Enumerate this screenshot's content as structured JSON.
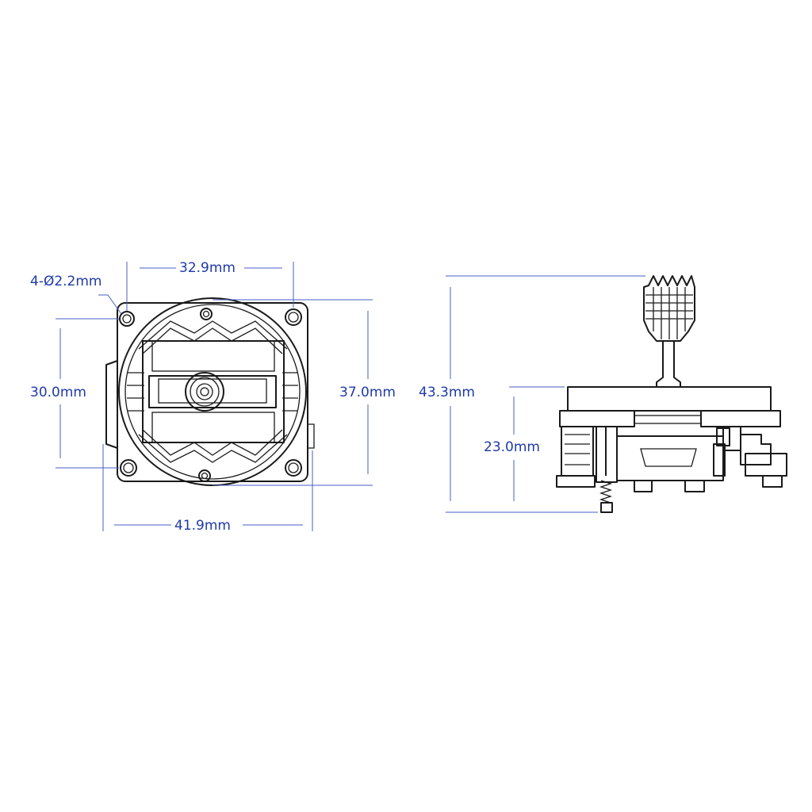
{
  "dimensions": {
    "hole_spec": "4-Ø2.2mm",
    "top_width": "32.9mm",
    "left_height": "30.0mm",
    "right_height": "37.0mm",
    "bottom_width": "41.9mm",
    "total_height": "43.3mm",
    "body_height": "23.0mm"
  },
  "colors": {
    "dimension": "#1f3aa8",
    "part": "#1a1a1a"
  }
}
